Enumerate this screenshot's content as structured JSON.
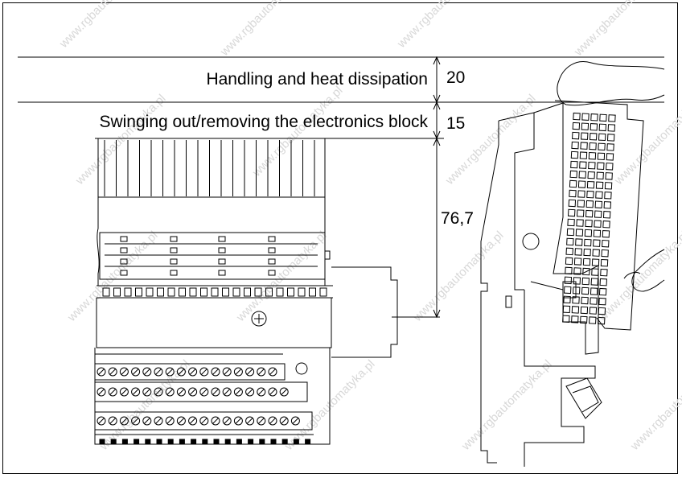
{
  "figure": {
    "rows": [
      {
        "description": "Handling and heat dissipation",
        "value": "20"
      },
      {
        "description": "Swinging out/removing the electronics block",
        "value": "15"
      }
    ],
    "dimension": "76,7",
    "watermark": "www.rgbautomatyka.pl"
  }
}
